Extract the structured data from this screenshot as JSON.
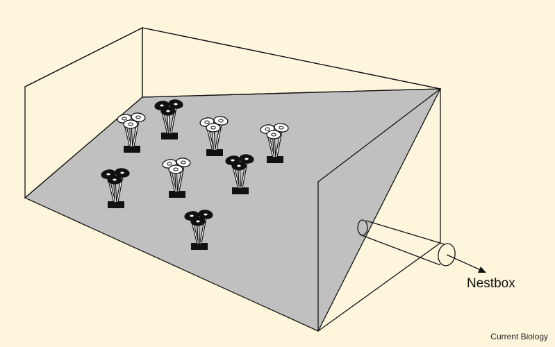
{
  "figure": {
    "background": "#fdf6dc",
    "floor_color": "#c0c0c0",
    "outline_color": "#111111",
    "exit_label": "Nestbox",
    "credit": "Current Biology"
  },
  "flower_clusters": [
    {
      "id": "cluster-1",
      "color": "black"
    },
    {
      "id": "cluster-2",
      "color": "white"
    },
    {
      "id": "cluster-3",
      "color": "white"
    },
    {
      "id": "cluster-4",
      "color": "white"
    },
    {
      "id": "cluster-5",
      "color": "black"
    },
    {
      "id": "cluster-6",
      "color": "white"
    },
    {
      "id": "cluster-7",
      "color": "black"
    },
    {
      "id": "cluster-8",
      "color": "black"
    }
  ]
}
